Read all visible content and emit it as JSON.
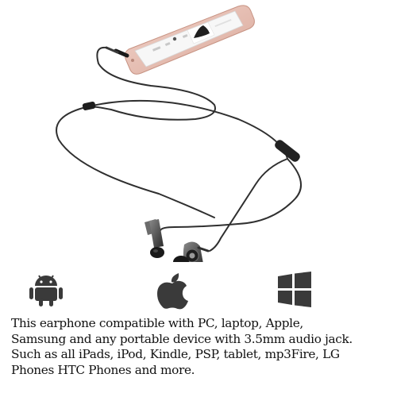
{
  "product": {
    "illustration": "in-ear-earphones-with-inline-remote-connected-to-smartphone",
    "cable_color": "#2f2f2f",
    "phone_color": "#e8c0b5"
  },
  "compatibility": {
    "icons": [
      {
        "name": "android-icon",
        "color": "#3a3a3a"
      },
      {
        "name": "apple-icon",
        "color": "#3a3a3a"
      },
      {
        "name": "windows-icon",
        "color": "#3a3a3a"
      }
    ]
  },
  "caption": {
    "lines": [
      "This earphone compatible with PC, laptop, Apple,",
      "Samsung and any portable device with 3.5mm audio jack.",
      "Such as all iPads, iPod, Kindle, PSP, tablet, mp3Fire, LG",
      "Phones HTC Phones and more."
    ]
  }
}
